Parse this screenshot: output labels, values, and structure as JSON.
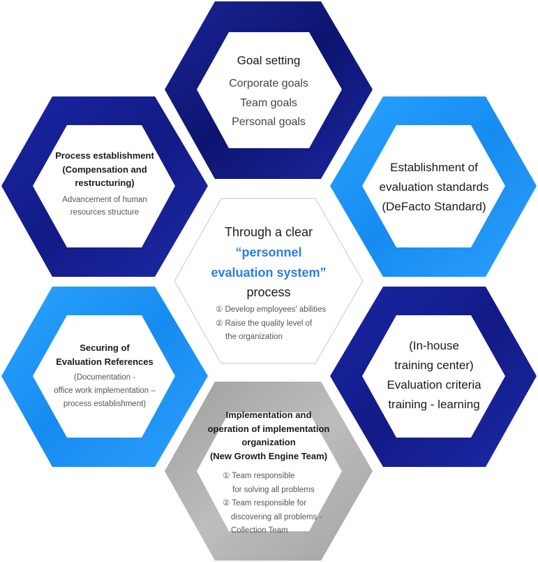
{
  "colors": {
    "navy": "#15208f",
    "navy_dark": "#0b1063",
    "bright_blue": "#1d92f5",
    "gray": "#a9a9a9",
    "accent": "#2b7de9",
    "center_outline": "#d9d9d9"
  },
  "hexagons": {
    "top": {
      "title": "Goal setting",
      "items": [
        "Corporate goals",
        "Team goals",
        "Personal goals"
      ]
    },
    "upper_left": {
      "title_lines": [
        "Process establishment",
        "(Compensation and",
        "restructuring)"
      ],
      "subtitle_lines": [
        "Advancement of human",
        "resources structure"
      ]
    },
    "upper_right": {
      "lines": [
        "Establishment of",
        "evaluation standards",
        "(DeFacto Standard)"
      ]
    },
    "center": {
      "title_line1": "Through a clear",
      "accent_line1": "“personnel",
      "accent_line2": "evaluation system”",
      "title_line2": "process",
      "items": [
        "① Develop employees' abilities",
        "② Raise the quality level of",
        "the organization"
      ]
    },
    "lower_left": {
      "title_lines": [
        "Securing of",
        "Evaluation References"
      ],
      "subtitle_lines": [
        "(Documentation -",
        "office work implementation –",
        "process establishment)"
      ]
    },
    "lower_right": {
      "lines": [
        "(In-house",
        "training center)",
        "Evaluation criteria",
        "training - learning"
      ]
    },
    "bottom": {
      "title_lines": [
        "Implementation and",
        "operation of implementation",
        "organization",
        "(New Growth Engine Team)"
      ],
      "items": [
        "① Team responsible",
        "for solving all problems",
        "② Team responsible for",
        "discovering all problems -",
        "Collection Team"
      ]
    }
  }
}
